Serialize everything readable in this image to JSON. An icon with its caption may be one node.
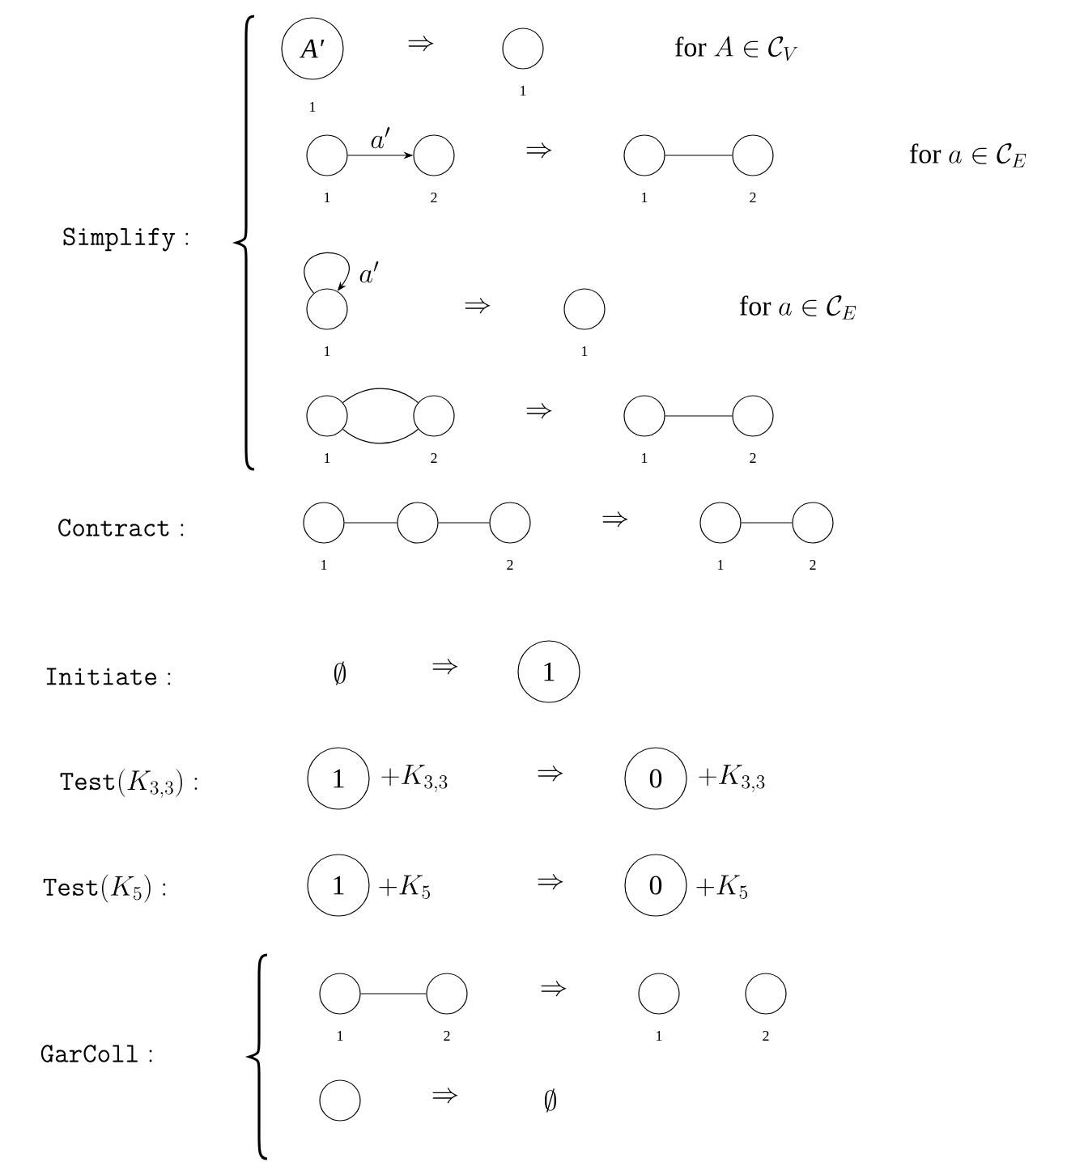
{
  "diagram": {
    "nodes": [
      {
        "text": [
          "A′"
        ],
        "beside": [
          "1"
        ]
      },
      {
        "text": [],
        "shape": "circle",
        "beside": [
          "1"
        ]
      },
      {
        "text": [],
        "shape": "circle",
        "beside": [
          "1"
        ]
      },
      {
        "text": [],
        "shape": "circle",
        "beside": [
          "2"
        ]
      },
      {
        "text": [],
        "shape": "circle",
        "beside": [
          "1"
        ]
      },
      {
        "text": [],
        "shape": "circle",
        "beside": [
          "2"
        ]
      },
      {
        "text": [],
        "shape": "circle",
        "beside": [
          "1"
        ]
      },
      {
        "text": [],
        "shape": "circle",
        "beside": [
          "1"
        ]
      },
      {
        "text": [],
        "shape": "circle",
        "beside": [
          "1"
        ]
      },
      {
        "text": [],
        "shape": "circle",
        "beside": [
          "2"
        ]
      },
      {
        "text": [],
        "shape": "circle",
        "beside": [
          "1"
        ]
      },
      {
        "text": [],
        "shape": "circle",
        "beside": [
          "2"
        ]
      },
      {
        "text": [],
        "shape": "circle",
        "beside": [
          "1"
        ]
      },
      {
        "text": [],
        "shape": "circle"
      },
      {
        "text": [],
        "shape": "circle",
        "beside": [
          "2"
        ]
      },
      {
        "text": [],
        "shape": "circle",
        "beside": [
          "1"
        ]
      },
      {
        "text": [],
        "shape": "circle",
        "beside": [
          "2"
        ]
      },
      {
        "text": [
          "1"
        ]
      },
      {
        "text": [
          "1"
        ]
      },
      {
        "text": [
          "0"
        ]
      },
      {
        "text": [
          "1"
        ]
      },
      {
        "text": [
          "0"
        ]
      },
      {
        "text": [],
        "shape": "circle",
        "beside": [
          "1"
        ]
      },
      {
        "text": [],
        "shape": "circle",
        "beside": [
          "2"
        ]
      },
      {
        "text": [],
        "shape": "circle",
        "beside": [
          "1"
        ]
      },
      {
        "text": [],
        "shape": "circle",
        "beside": [
          "2"
        ]
      },
      {
        "text": [],
        "shape": "circle"
      }
    ],
    "edges": [
      {
        "from": 2,
        "to": 3,
        "arrow": "to",
        "label": "a'"
      },
      {
        "from": 4,
        "to": 5,
        "arrow": "none"
      },
      {
        "from": 6,
        "to": 6,
        "arrow": "to",
        "label": "a'"
      },
      {
        "from": 8,
        "to": 9,
        "arrow": "none"
      },
      {
        "from": 8,
        "to": 9,
        "arrow": "none"
      },
      {
        "from": 10,
        "to": 11,
        "arrow": "none"
      },
      {
        "from": 12,
        "to": 13,
        "arrow": "none"
      },
      {
        "from": 13,
        "to": 14,
        "arrow": "none"
      },
      {
        "from": 15,
        "to": 16,
        "arrow": "none"
      },
      {
        "from": 22,
        "to": 23,
        "arrow": "none"
      }
    ],
    "labels": [
      "\\mathtt{Simplify}:",
      "\\Rightarrow",
      "\\mbox{for}\\ A\\in\\mathcal{C}_V",
      "\\Rightarrow",
      "\\mbox{for}\\ a\\in\\mathcal{C}_E",
      "\\Rightarrow",
      "\\mbox{for}\\ a\\in\\mathcal{C}_E",
      "\\Rightarrow",
      "\\mathtt{Contract}:",
      "\\Rightarrow",
      "\\mathtt{Initiate}:",
      "\\emptyset",
      "\\Rightarrow",
      "\\mathtt{Test}(K_{3,3}):",
      "+K_{3,3}",
      "\\Rightarrow",
      "+K_{3,3}",
      "\\mathtt{Test}(K_5):",
      "+K_5",
      "\\Rightarrow",
      "+K_5",
      "\\mathtt{GarColl}:",
      "\\Rightarrow",
      "\\Rightarrow",
      "\\emptyset"
    ]
  }
}
